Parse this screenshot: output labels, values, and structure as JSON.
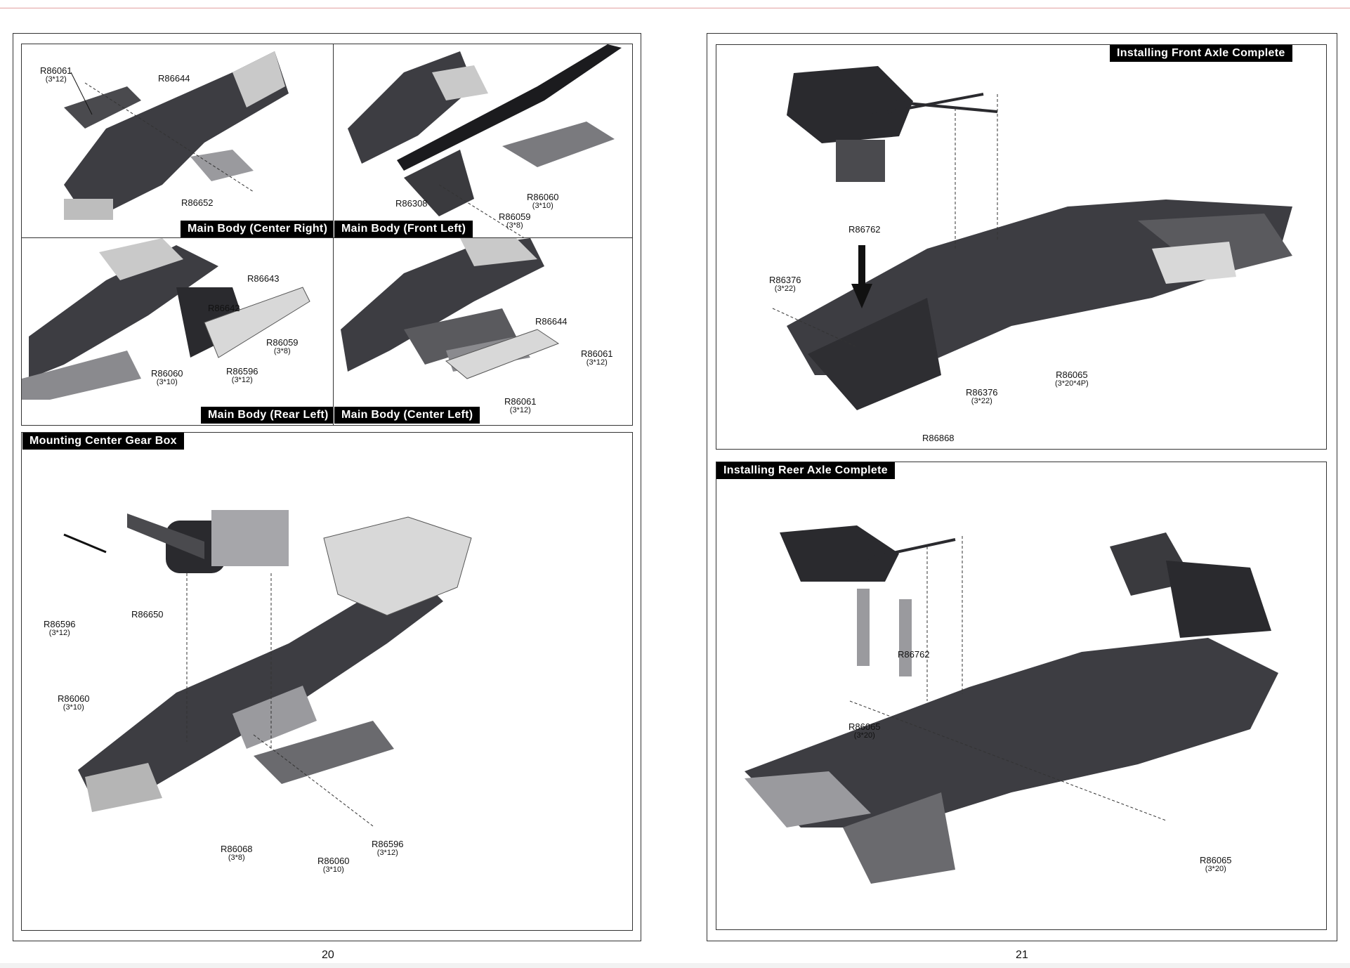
{
  "left_page": {
    "number": "20",
    "panels": [
      {
        "label": "Main Body (Center Right)",
        "parts": [
          {
            "id": "R86061",
            "size": "(3*12)"
          },
          {
            "id": "R86644",
            "size": ""
          },
          {
            "id": "R86652",
            "size": ""
          }
        ]
      },
      {
        "label": "Main Body (Front Left)",
        "parts": [
          {
            "id": "R86308",
            "size": ""
          },
          {
            "id": "R86060",
            "size": "(3*10)"
          },
          {
            "id": "R86059",
            "size": "(3*8)"
          }
        ]
      },
      {
        "label": "Main Body (Rear Left)",
        "parts": [
          {
            "id": "R86643",
            "size": ""
          },
          {
            "id": "R86642",
            "size": ""
          },
          {
            "id": "R86059",
            "size": "(3*8)"
          },
          {
            "id": "R86060",
            "size": "(3*10)"
          },
          {
            "id": "R86596",
            "size": "(3*12)"
          }
        ]
      },
      {
        "label": "Main Body (Center Left)",
        "parts": [
          {
            "id": "R86644",
            "size": ""
          },
          {
            "id": "R86061",
            "size": "(3*12)"
          },
          {
            "id": "R86061",
            "size": "(3*12)"
          }
        ]
      },
      {
        "label": "Mounting Center Gear Box",
        "parts": [
          {
            "id": "R86596",
            "size": "(3*12)"
          },
          {
            "id": "R86650",
            "size": ""
          },
          {
            "id": "R86060",
            "size": "(3*10)"
          },
          {
            "id": "R86068",
            "size": "(3*8)"
          },
          {
            "id": "R86060",
            "size": "(3*10)"
          },
          {
            "id": "R86596",
            "size": "(3*12)"
          }
        ]
      }
    ]
  },
  "right_page": {
    "number": "21",
    "panels": [
      {
        "label": "Installing Front Axle Complete",
        "parts": [
          {
            "id": "R86762",
            "size": ""
          },
          {
            "id": "R86376",
            "size": "(3*22)"
          },
          {
            "id": "R86065",
            "size": "(3*20*4P)"
          },
          {
            "id": "R86376",
            "size": "(3*22)"
          },
          {
            "id": "R86868",
            "size": ""
          }
        ]
      },
      {
        "label": "Installing Reer Axle Complete",
        "parts": [
          {
            "id": "R86762",
            "size": ""
          },
          {
            "id": "R86065",
            "size": "(3*20)"
          },
          {
            "id": "R86065",
            "size": "(3*20)"
          }
        ]
      }
    ]
  },
  "colors": {
    "frame": "#333333",
    "label_bg": "#000000",
    "label_text": "#ffffff",
    "part_dark": "#3a3a3e",
    "part_light": "#d8d8d8"
  }
}
